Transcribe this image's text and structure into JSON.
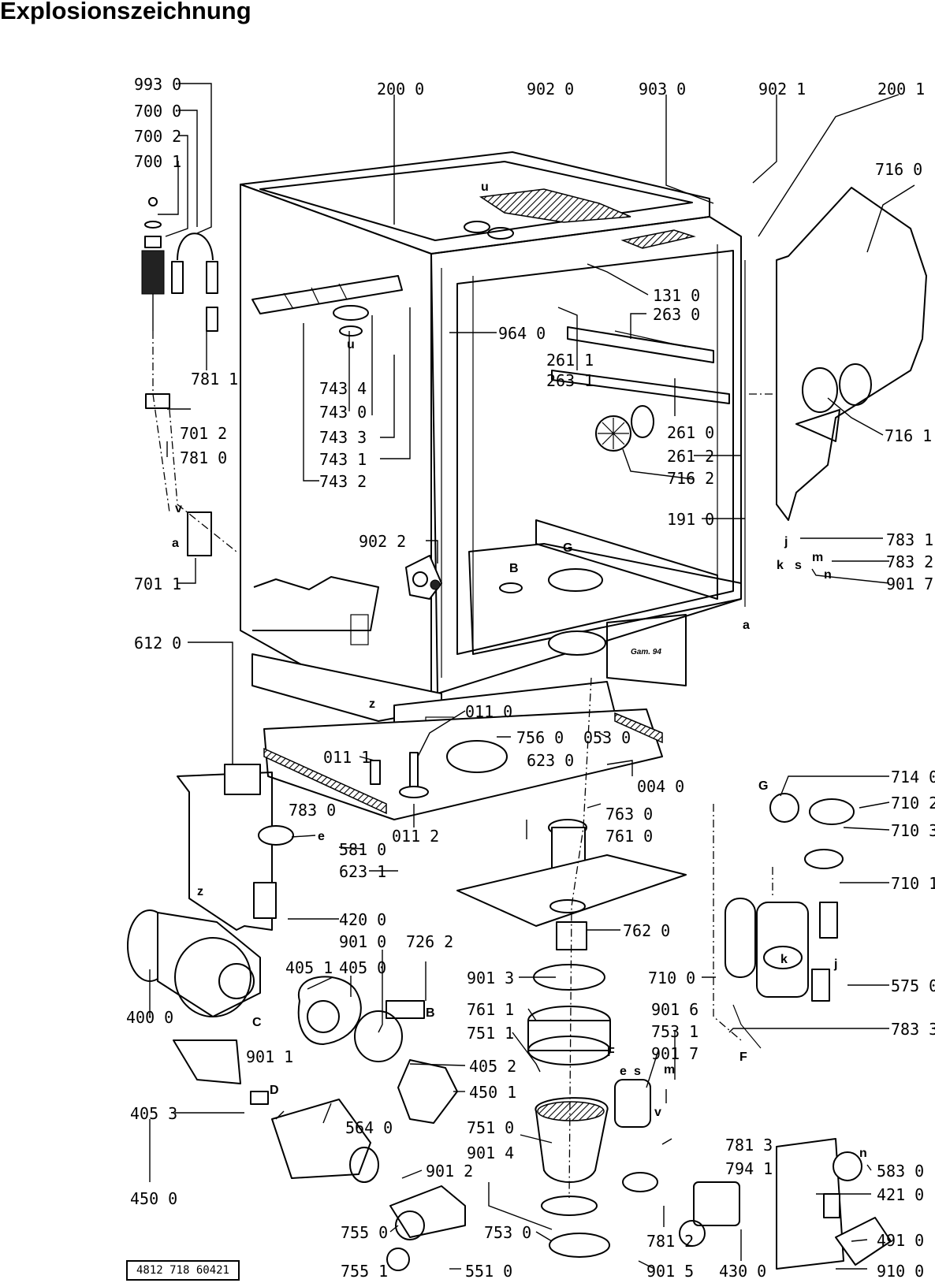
{
  "title": "Explosionszeichnung",
  "document_number": "4812 718 60421",
  "cabinet_mark": "Gam. 94",
  "part_labels": [
    "993 0",
    "700 0",
    "700 2",
    "700 1",
    "781 1",
    "701 2",
    "781 0",
    "701 1",
    "200 0",
    "902 0",
    "903 0",
    "902 1",
    "200 1",
    "716 0",
    "131 0",
    "263 0",
    "964 0",
    "261 1",
    "263 1",
    "743 4",
    "743 0",
    "743 3",
    "743 1",
    "743 2",
    "261 0",
    "261 2",
    "716 1",
    "716 2",
    "191 0",
    "902 2",
    "783 1",
    "783 2",
    "901 7",
    "612 0",
    "011 0",
    "756 0",
    "623 0",
    "053 0",
    "004 0",
    "011 1",
    "011 2",
    "783 0",
    "581 0",
    "623 1",
    "763 0",
    "761 0",
    "714 0",
    "710 2",
    "710 3",
    "710 1",
    "420 0",
    "762 0",
    "901 0",
    "405 0",
    "726 2",
    "405 1",
    "901 3",
    "710 0",
    "575 0",
    "400 0",
    "761 1",
    "751 1",
    "901 6",
    "753 1",
    "783 3",
    "405 2",
    "450 1",
    "901 1",
    "405 3",
    "564 0",
    "751 0",
    "901 7",
    "901 2",
    "901 4",
    "781 3",
    "794 1",
    "583 0",
    "450 0",
    "421 0",
    "755 0",
    "753 0",
    "781 2",
    "491 0",
    "755 1",
    "551 0",
    "901 5",
    "430 0",
    "910 0"
  ],
  "letter_marks": [
    "u",
    "u",
    "v",
    "a",
    "G",
    "B",
    "z",
    "z",
    "k",
    "j",
    "s",
    "m",
    "n",
    "a",
    "e",
    "G",
    "C",
    "B",
    "D",
    "F",
    "F",
    "k",
    "j",
    "e",
    "s",
    "m",
    "v",
    "n"
  ]
}
